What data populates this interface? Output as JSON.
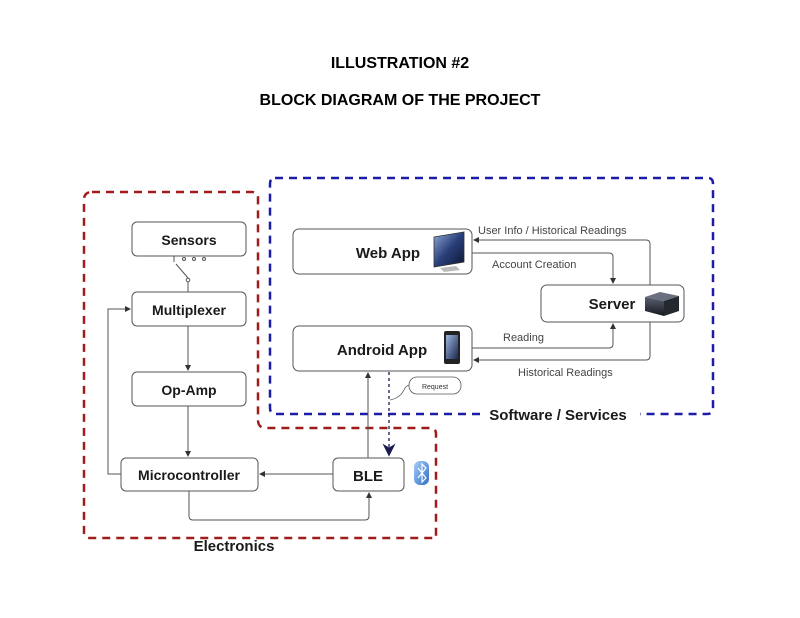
{
  "header": {
    "title": "ILLUSTRATION #2",
    "subtitle": "BLOCK DIAGRAM OF THE PROJECT"
  },
  "regions": {
    "electronics": {
      "label": "Electronics",
      "color": "#a01c1c"
    },
    "software": {
      "label": "Software / Services",
      "color": "#1c1ca8"
    }
  },
  "nodes": {
    "sensors": "Sensors",
    "multiplexer": "Multiplexer",
    "opamp": "Op-Amp",
    "microcontroller": "Microcontroller",
    "ble": "BLE",
    "webapp": "Web App",
    "androidapp": "Android App",
    "server": "Server"
  },
  "edges": {
    "user_info": "User Info / Historical Readings",
    "account_creation": "Account  Creation",
    "reading": "Reading",
    "historical_readings": "Historical Readings",
    "request": "Request"
  },
  "icons": {
    "webapp": "monitor-icon",
    "androidapp": "smartphone-icon",
    "server": "server-icon",
    "ble": "bluetooth-icon",
    "sensors": "switch-icon"
  }
}
